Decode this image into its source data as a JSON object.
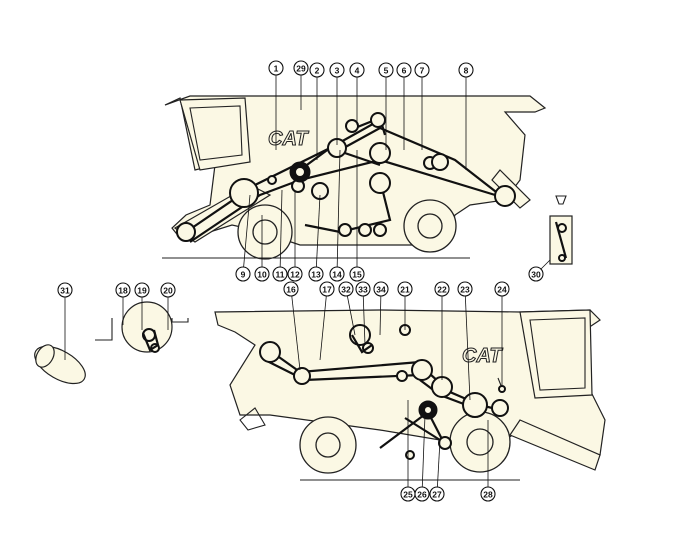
{
  "logo_text": "CAT",
  "callouts": {
    "top": [
      "1",
      "29",
      "2",
      "3",
      "4",
      "5",
      "6",
      "7",
      "8"
    ],
    "top_bottom": [
      "9",
      "10",
      "11",
      "12",
      "13",
      "14",
      "15"
    ],
    "inset_top": [
      "30"
    ],
    "left_group": [
      "31",
      "18",
      "19",
      "20"
    ],
    "bottom_top": [
      "16",
      "17",
      "32",
      "33",
      "34",
      "21",
      "22",
      "23",
      "24"
    ],
    "bottom_bottom": [
      "25",
      "26",
      "27",
      "28"
    ]
  }
}
